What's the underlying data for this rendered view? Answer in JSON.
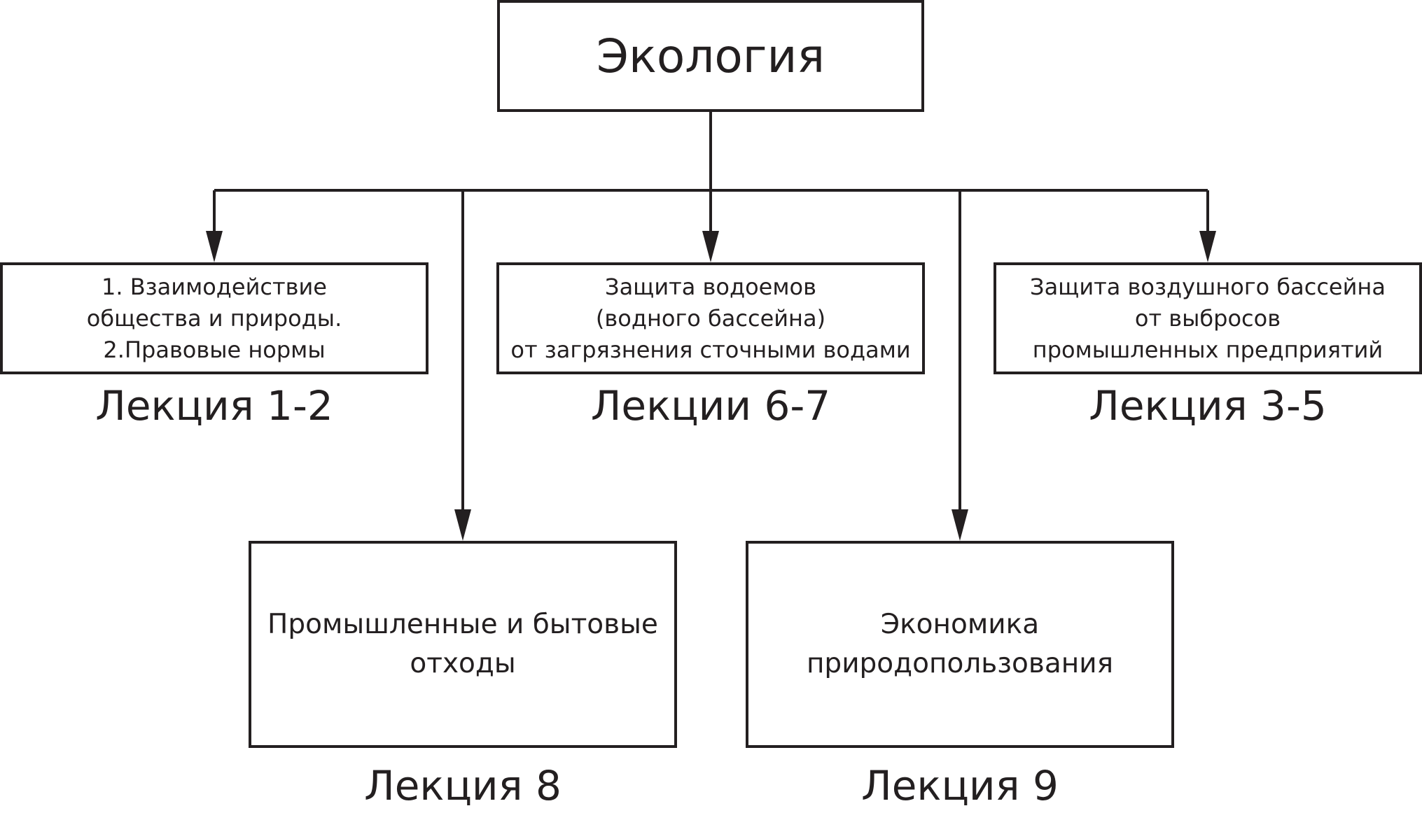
{
  "root": {
    "label": "Экология"
  },
  "nodes": {
    "left": {
      "lines": [
        "1. Взаимодействие",
        "общества и природы.",
        "2.Правовые нормы"
      ],
      "caption": "Лекция 1-2"
    },
    "middle": {
      "lines": [
        "Защита водоемов",
        "(водного бассейна)",
        "от загрязнения сточными водами"
      ],
      "caption": "Лекции 6-7"
    },
    "right": {
      "lines": [
        "Защита воздушного бассейна",
        "от выбросов",
        "промышленных предприятий"
      ],
      "caption": "Лекция 3-5"
    },
    "waste": {
      "lines": [
        "Промышленные и бытовые",
        "отходы"
      ],
      "caption": "Лекция 8"
    },
    "economy": {
      "lines": [
        "Экономика",
        "природопользования"
      ],
      "caption": "Лекция 9"
    }
  },
  "colors": {
    "stroke": "#231f20",
    "background": "#ffffff"
  }
}
